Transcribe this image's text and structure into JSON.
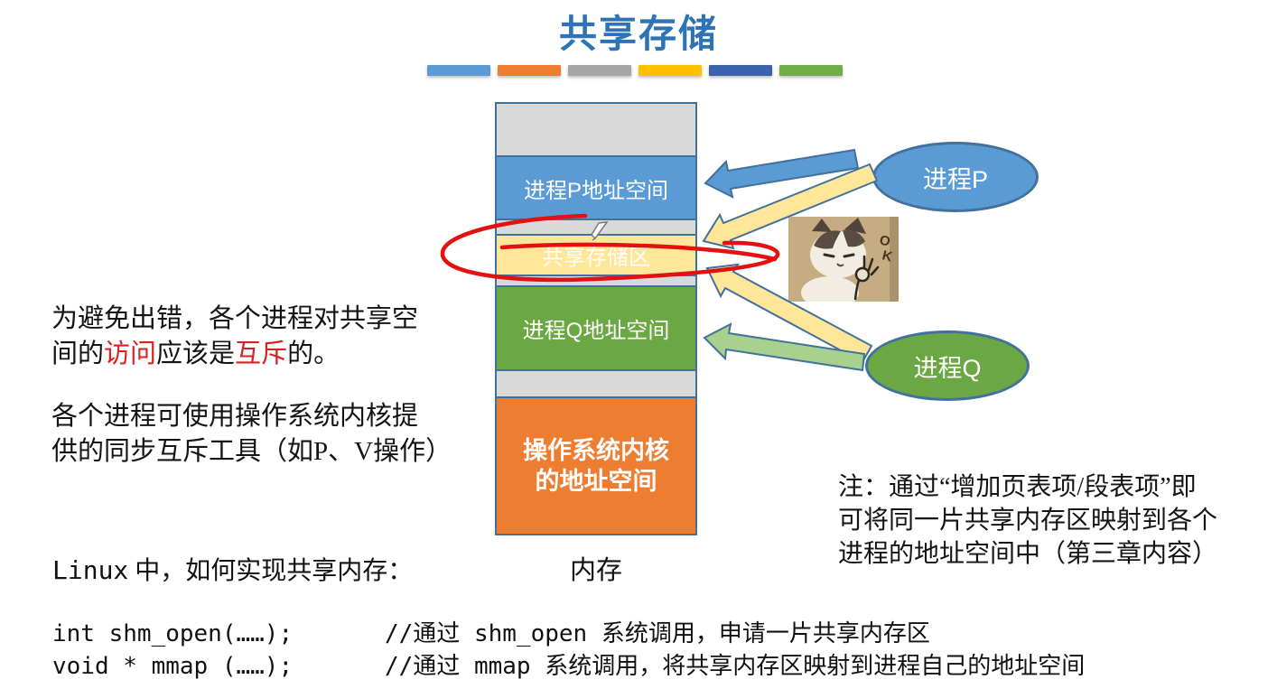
{
  "title": "共享存储",
  "accent_bars": [
    {
      "name": "blue",
      "color": "#5B9BD5"
    },
    {
      "name": "orange",
      "color": "#ED7D31"
    },
    {
      "name": "gray",
      "color": "#A5A5A5"
    },
    {
      "name": "gold",
      "color": "#FFC000"
    },
    {
      "name": "dark-blue",
      "color": "#3B63AD"
    },
    {
      "name": "green",
      "color": "#70AD47"
    }
  ],
  "memory": {
    "caption": "内存",
    "block_p": "进程P地址空间",
    "block_shared": "共享存储区",
    "block_q": "进程Q地址空间",
    "block_kernel_line1": "操作系统内核",
    "block_kernel_line2": "的地址空间"
  },
  "ellipse_p": "进程P",
  "ellipse_q": "进程Q",
  "cat_meme": {
    "ok_o": "O",
    "ok_k": "K"
  },
  "left_text": {
    "mutex_line1": "为避免出错，各个进程对共享空",
    "mutex_line2_pre": "间的",
    "mutex_line2_red1": "访问",
    "mutex_line2_mid": "应该是",
    "mutex_line2_red2": "互斥",
    "mutex_line2_post": "的。",
    "tools_line1": "各个进程可使用操作系统内核提",
    "tools_line2": "供的同步互斥工具（如P、V操作）"
  },
  "linux_section": {
    "intro_code": "Linux",
    "intro_rest": " 中，如何实现共享内存：",
    "code1": "int shm_open(……);",
    "comment1": "//通过 shm_open 系统调用，申请一片共享内存区",
    "code2": "void * mmap (……);",
    "comment2": "//通过 mmap 系统调用，将共享内存区映射到进程自己的地址空间"
  },
  "note": {
    "line1": "注：通过“增加页表项/段表项”即",
    "line2": "可将同一片共享内存区映射到各个",
    "line3": "进程的地址空间中（第三章内容）"
  },
  "colors": {
    "title_blue": "#2E74B5",
    "border_blue": "#41719C",
    "block_gray": "#D9D9D9",
    "block_blue": "#5B9BD5",
    "block_yellow": "#FFE699",
    "block_green": "#6BA844",
    "block_orange": "#ED7D31",
    "arrow_yellow": "#FFE699",
    "arrow_green": "#A9D18E",
    "annotation_red": "#E31212",
    "highlight_red": "#D92121"
  }
}
